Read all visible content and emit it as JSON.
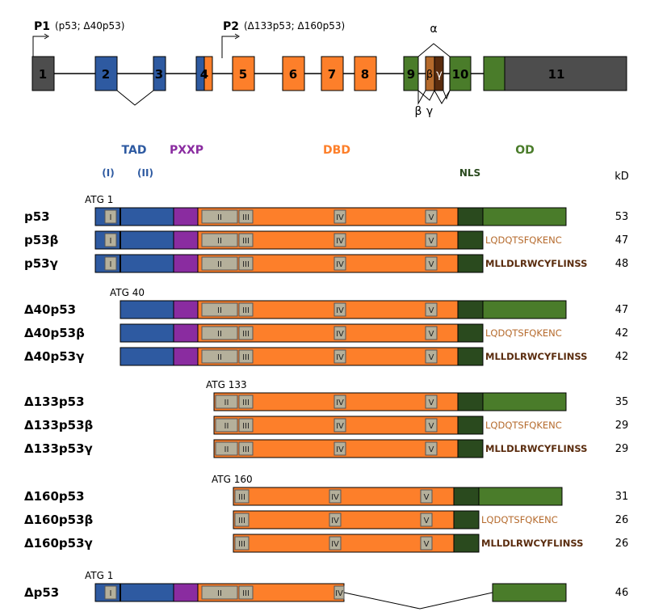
{
  "promoters": {
    "p1": {
      "label": "P1",
      "sub": "(p53; Δ40p53)"
    },
    "p2": {
      "label": "P2",
      "sub": "(Δ133p53; Δ160p53)"
    }
  },
  "exons": [
    "1",
    "2",
    "3",
    "4",
    "5",
    "6",
    "7",
    "8",
    "9",
    "β",
    "γ",
    "10",
    "11"
  ],
  "splice_labels": {
    "alpha": "α",
    "beta": "β",
    "gamma": "γ"
  },
  "domains": {
    "tad": "TAD",
    "tad_i": "(I)",
    "tad_ii": "(II)",
    "pxxp": "PXXP",
    "dbd": "DBD",
    "od": "OD",
    "nls": "NLS",
    "kd": "kD"
  },
  "boxes": {
    "i": "I",
    "ii": "II",
    "iii": "III",
    "iv": "IV",
    "v": "V"
  },
  "tails": {
    "beta": "LQDQTSFQKENC",
    "gamma": "MLLDLRWCYFLINSS"
  },
  "colors": {
    "tad": "#2e5aa1",
    "pxxp": "#8a2ca0",
    "dbd": "#fd7f2a",
    "nls": "#2a4a1e",
    "od": "#4a7c2a",
    "box": "#b5b09b",
    "exon_dark": "#4d4d4d",
    "beta_tail": "#b56a2c",
    "gamma_tail": "#5a2c0e"
  },
  "isoforms": [
    {
      "name": "p53",
      "start": "ATG 1",
      "kd": "53"
    },
    {
      "name": "p53β",
      "kd": "47"
    },
    {
      "name": "p53γ",
      "kd": "48"
    },
    {
      "name": "Δ40p53",
      "start": "ATG 40",
      "kd": "47"
    },
    {
      "name": "Δ40p53β",
      "kd": "42"
    },
    {
      "name": "Δ40p53γ",
      "kd": "42"
    },
    {
      "name": "Δ133p53",
      "start": "ATG 133",
      "kd": "35"
    },
    {
      "name": "Δ133p53β",
      "kd": "29"
    },
    {
      "name": "Δ133p53γ",
      "kd": "29"
    },
    {
      "name": "Δ160p53",
      "start": "ATG 160",
      "kd": "31"
    },
    {
      "name": "Δ160p53β",
      "kd": "26"
    },
    {
      "name": "Δ160p53γ",
      "kd": "26"
    },
    {
      "name": "Δp53",
      "start": "ATG 1",
      "kd": "46"
    }
  ]
}
